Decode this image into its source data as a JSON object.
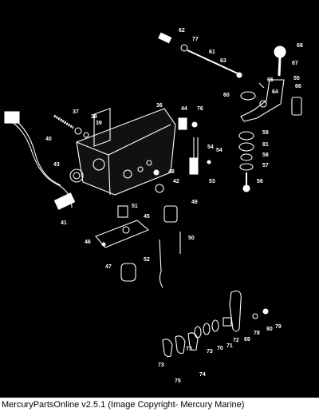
{
  "diagram": {
    "labels": [
      "62",
      "77",
      "61",
      "63",
      "68",
      "67",
      "55",
      "65",
      "64",
      "66",
      "60",
      "59",
      "81",
      "58",
      "57",
      "56",
      "36",
      "44",
      "76",
      "37",
      "38",
      "39",
      "40",
      "54",
      "54",
      "53",
      "43",
      "48",
      "42",
      "41",
      "51",
      "49",
      "45",
      "46",
      "50",
      "47",
      "52",
      "69",
      "78",
      "80",
      "79",
      "72",
      "71",
      "70",
      "73",
      "73",
      "73",
      "74",
      "75"
    ]
  },
  "footer": {
    "caption": "MercuryPartsOnline v2.5.1 (Image Copyright- Mercury Marine)"
  },
  "colors": {
    "background": "#000000",
    "ink": "#ffffff",
    "footer_background": "#ffffff",
    "footer_text": "#000000"
  }
}
